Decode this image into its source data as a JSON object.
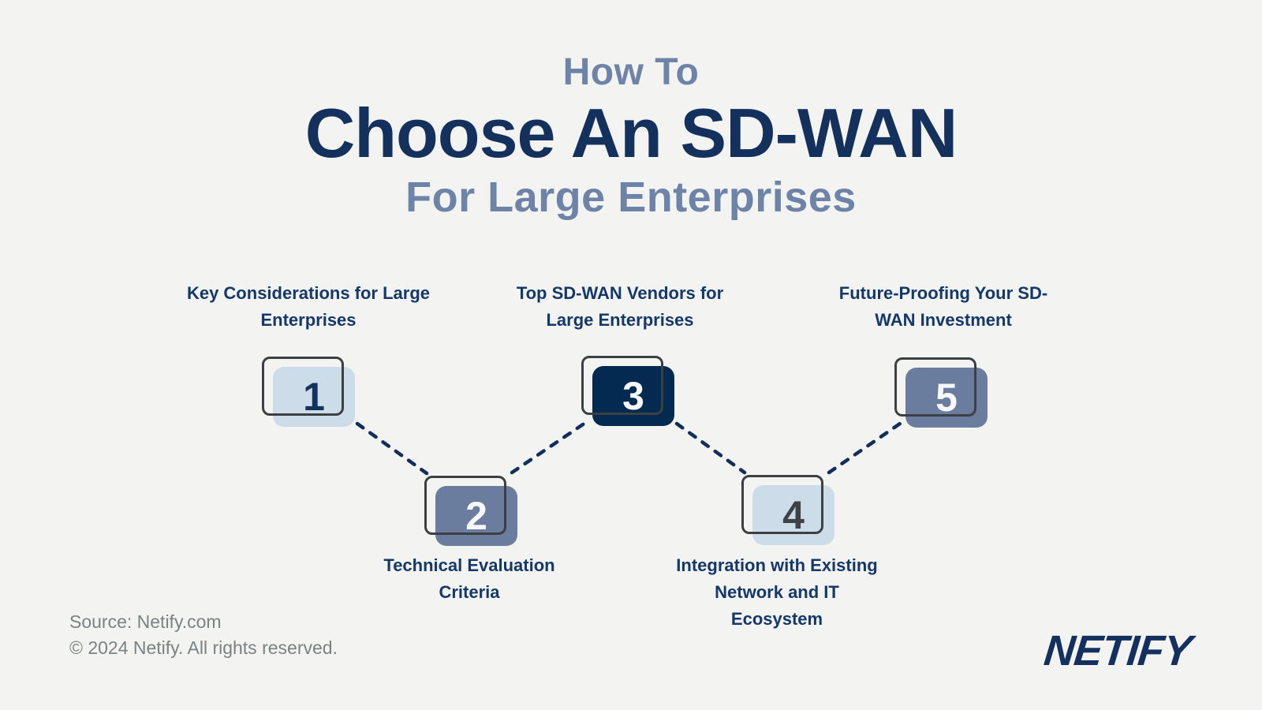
{
  "title": {
    "kicker": "How To",
    "main": "Choose An SD-WAN",
    "subtitle": "For Large Enterprises"
  },
  "steps": [
    {
      "number": "1",
      "label": "Key Considerations for Large\nEnterprises"
    },
    {
      "number": "2",
      "label": "Technical Evaluation\nCriteria"
    },
    {
      "number": "3",
      "label": "Top SD-WAN Vendors for\nLarge Enterprises"
    },
    {
      "number": "4",
      "label": "Integration with Existing\nNetwork and IT\nEcosystem"
    },
    {
      "number": "5",
      "label": "Future-Proofing Your SD-\nWAN Investment"
    }
  ],
  "footer": {
    "source": "Source: Netify.com",
    "copyright": "© 2024 Netify. All rights reserved."
  },
  "logo_text": "NETIFY",
  "colors": {
    "background": "#F3F3F1",
    "title_navy": "#14305C",
    "title_bluegray": "#6E83A8",
    "label_navy": "#14386A",
    "fill_light_blue": "#CDDCE9",
    "fill_slate_blue": "#6B7D9E",
    "fill_dark_navy": "#052A52",
    "outline_charcoal": "#3C4043",
    "connector": "#122F5B",
    "footer_gray": "#7A8284",
    "logo_navy": "#14305E"
  }
}
